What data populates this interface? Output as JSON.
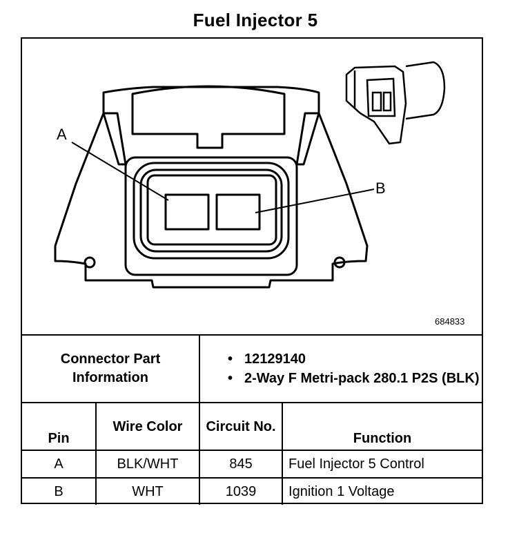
{
  "title": "Fuel Injector 5",
  "diagram": {
    "label_a": "A",
    "label_b": "B",
    "figure_number": "684833"
  },
  "connector_info": {
    "label": "Connector Part Information",
    "items": [
      "12129140",
      "2-Way F Metri-pack 280.1 P2S (BLK)"
    ]
  },
  "table": {
    "headers": {
      "pin": "Pin",
      "wire_color": "Wire Color",
      "circuit_no": "Circuit No.",
      "function": "Function"
    },
    "rows": [
      {
        "pin": "A",
        "wire_color": "BLK/WHT",
        "circuit": "845",
        "function": "Fuel Injector 5 Control"
      },
      {
        "pin": "B",
        "wire_color": "WHT",
        "circuit": "1039",
        "function": "Ignition 1 Voltage"
      }
    ]
  }
}
